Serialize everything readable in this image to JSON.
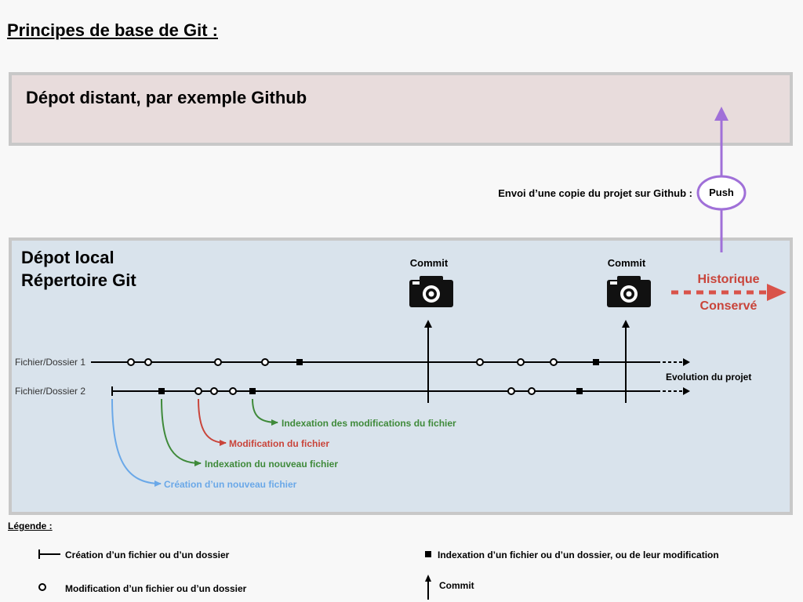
{
  "title": "Principes de base de Git :",
  "remote": {
    "label": "Dépot distant, par exemple Github"
  },
  "push": {
    "caption": "Envoi d’une copie du projet sur Github :",
    "label": "Push"
  },
  "local": {
    "line1": "Dépot local",
    "line2": "Répertoire Git"
  },
  "commits": [
    "Commit",
    "Commit"
  ],
  "history": {
    "line1": "Historique",
    "line2": "Conservé"
  },
  "rows": [
    "Fichier/Dossier 1",
    "Fichier/Dossier 2"
  ],
  "evolution": "Evolution du projet",
  "annotations": {
    "indexation_modifications": "Indexation des modifications du fichier",
    "modification": "Modification du fichier",
    "indexation_nouveau": "Indexation du nouveau fichier",
    "creation": "Création d’un nouveau fichier"
  },
  "legend": {
    "title": "Légende :",
    "creation": "Création d’un fichier ou d’un dossier",
    "modification": "Modification d’un fichier ou d’un dossier",
    "indexation": "Indexation d’un fichier ou d’un dossier, ou de leur modification",
    "commit": "Commit"
  },
  "colors": {
    "push": "#a070d8",
    "history": "#c9443a",
    "creation": "#6aa8e8",
    "indexation": "#3f8a3a",
    "modification": "#c9443a"
  },
  "icons": [
    "camera-icon",
    "camera-icon"
  ]
}
